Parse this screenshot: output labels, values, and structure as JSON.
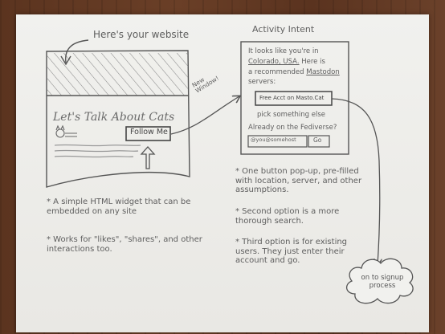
{
  "left_title": "Here's your website",
  "site_heading": "Let's Talk About Cats",
  "follow_button_label": "Follow Me",
  "arrow_label": [
    "New",
    "Window!"
  ],
  "right_title": "Activity Intent",
  "intent_text": {
    "line1": "It looks like you're in",
    "location": "Colorado, USA.",
    "here_is": "Here is",
    "line3_prefix": "a recommended",
    "network": "Mastodon",
    "servers": "servers:"
  },
  "recommend_button_label": "Free Acct on Masto.Cat",
  "pick_other_label": "pick something else",
  "already_question": "Already on the Fediverse?",
  "account_input_value": "@you@somehost",
  "go_button_label": "Go",
  "left_notes": [
    "* A simple HTML widget that can be embedded on any site",
    "* Works for \"likes\", \"shares\", and other interactions too."
  ],
  "right_notes": [
    "* One button pop-up, pre-filled with location, server, and other assumptions.",
    "* Second option is a more thorough search.",
    "* Third option is for existing users. They just enter their account and go."
  ],
  "cloud_label": "on to signup process"
}
